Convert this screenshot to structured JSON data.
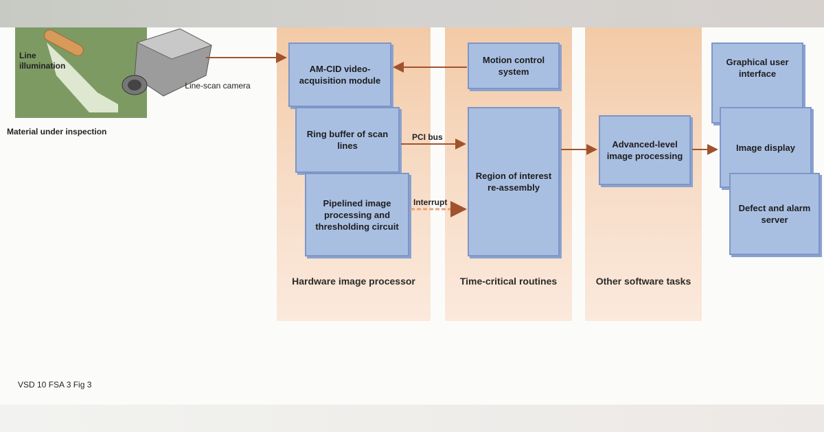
{
  "camera_scene": {
    "illumination_label": "Line illumination",
    "camera_label": "Line-scan camera",
    "material_label": "Material under inspection"
  },
  "columns": [
    {
      "id": "hardware",
      "label": "Hardware image processor"
    },
    {
      "id": "timecritical",
      "label": "Time-critical routines"
    },
    {
      "id": "other",
      "label": "Other software tasks"
    }
  ],
  "boxes": {
    "video_module": "AM-CID video-acquisition module",
    "ring_buffer": "Ring buffer of scan lines",
    "pipelined": "Pipelined image processing and thresholding circuit",
    "motion": "Motion control system",
    "roi": "Region of interest re-assembly",
    "advanced": "Advanced-level image processing",
    "gui": "Graphical user interface",
    "image_display": "Image display",
    "defect_server": "Defect and alarm server"
  },
  "edges": {
    "pci_bus": "PCI bus",
    "interrupt": "Interrupt"
  },
  "caption": "VSD 10 FSA 3 Fig 3",
  "colors": {
    "box_fill": "#a9bfe2",
    "arrow": "#a0522d",
    "column_bg": "#f3caa7"
  }
}
